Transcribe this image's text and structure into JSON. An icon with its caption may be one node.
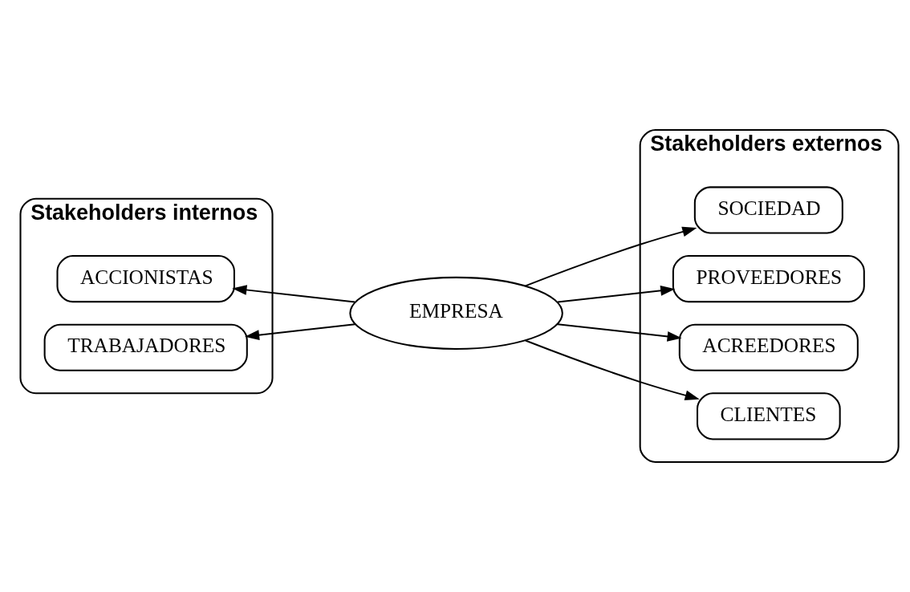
{
  "diagram": {
    "nodes": [
      {
        "text": [
          "Stakeholders internos"
        ]
      },
      {
        "text": [
          "ACCIONISTAS"
        ],
        "in": 0
      },
      {
        "text": [
          "TRABAJADORES"
        ],
        "in": 0
      },
      {
        "text": [
          "EMPRESA"
        ]
      },
      {
        "text": [
          "Stakeholders externos"
        ]
      },
      {
        "text": [
          "SOCIEDAD"
        ],
        "in": 4
      },
      {
        "text": [
          "PROVEEDORES"
        ],
        "in": 4
      },
      {
        "text": [
          "ACREEDORES"
        ],
        "in": 4
      },
      {
        "text": [
          "CLIENTES"
        ],
        "in": 4
      }
    ],
    "edges": [
      {
        "from": 3,
        "to": 1,
        "arrow": "to"
      },
      {
        "from": 3,
        "to": 2,
        "arrow": "to"
      },
      {
        "from": 3,
        "to": 5,
        "arrow": "to"
      },
      {
        "from": 3,
        "to": 6,
        "arrow": "to"
      },
      {
        "from": 3,
        "to": 7,
        "arrow": "to"
      },
      {
        "from": 3,
        "to": 8,
        "arrow": "to"
      }
    ]
  }
}
